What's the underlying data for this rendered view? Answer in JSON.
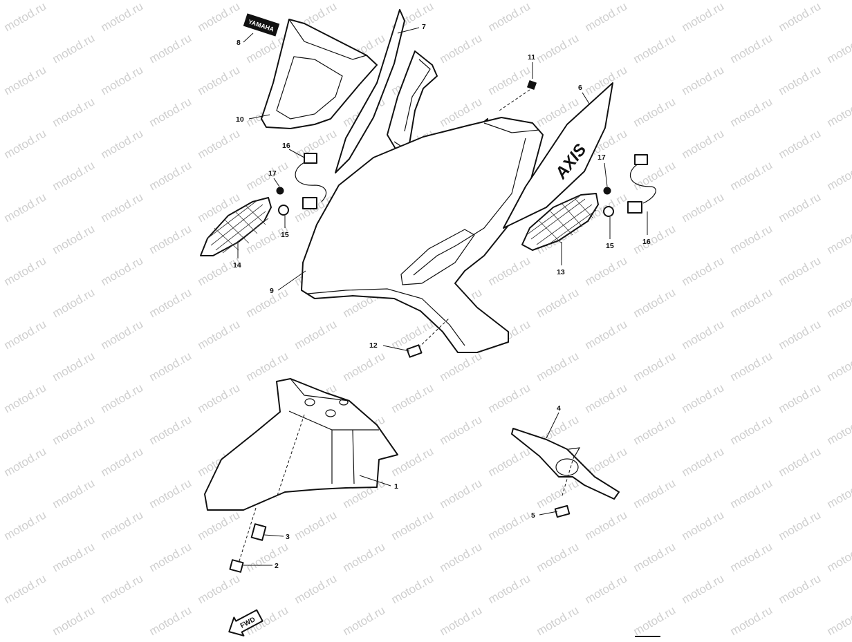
{
  "watermark": "motod.ru",
  "brand_decal_text": "YAMAHA",
  "side_decal_text": "AXIS",
  "direction_label": "FWD",
  "callouts": {
    "c1": "1",
    "c2": "2",
    "c3": "3",
    "c4": "4",
    "c5": "5",
    "c6": "6",
    "c7": "7",
    "c8": "8",
    "c9": "9",
    "c10": "10",
    "c11": "11",
    "c12": "12",
    "c13": "13",
    "c14": "14",
    "c15_left": "15",
    "c15_right": "15",
    "c16_left": "16",
    "c16_right": "16",
    "c17_left": "17",
    "c17_right": "17"
  }
}
